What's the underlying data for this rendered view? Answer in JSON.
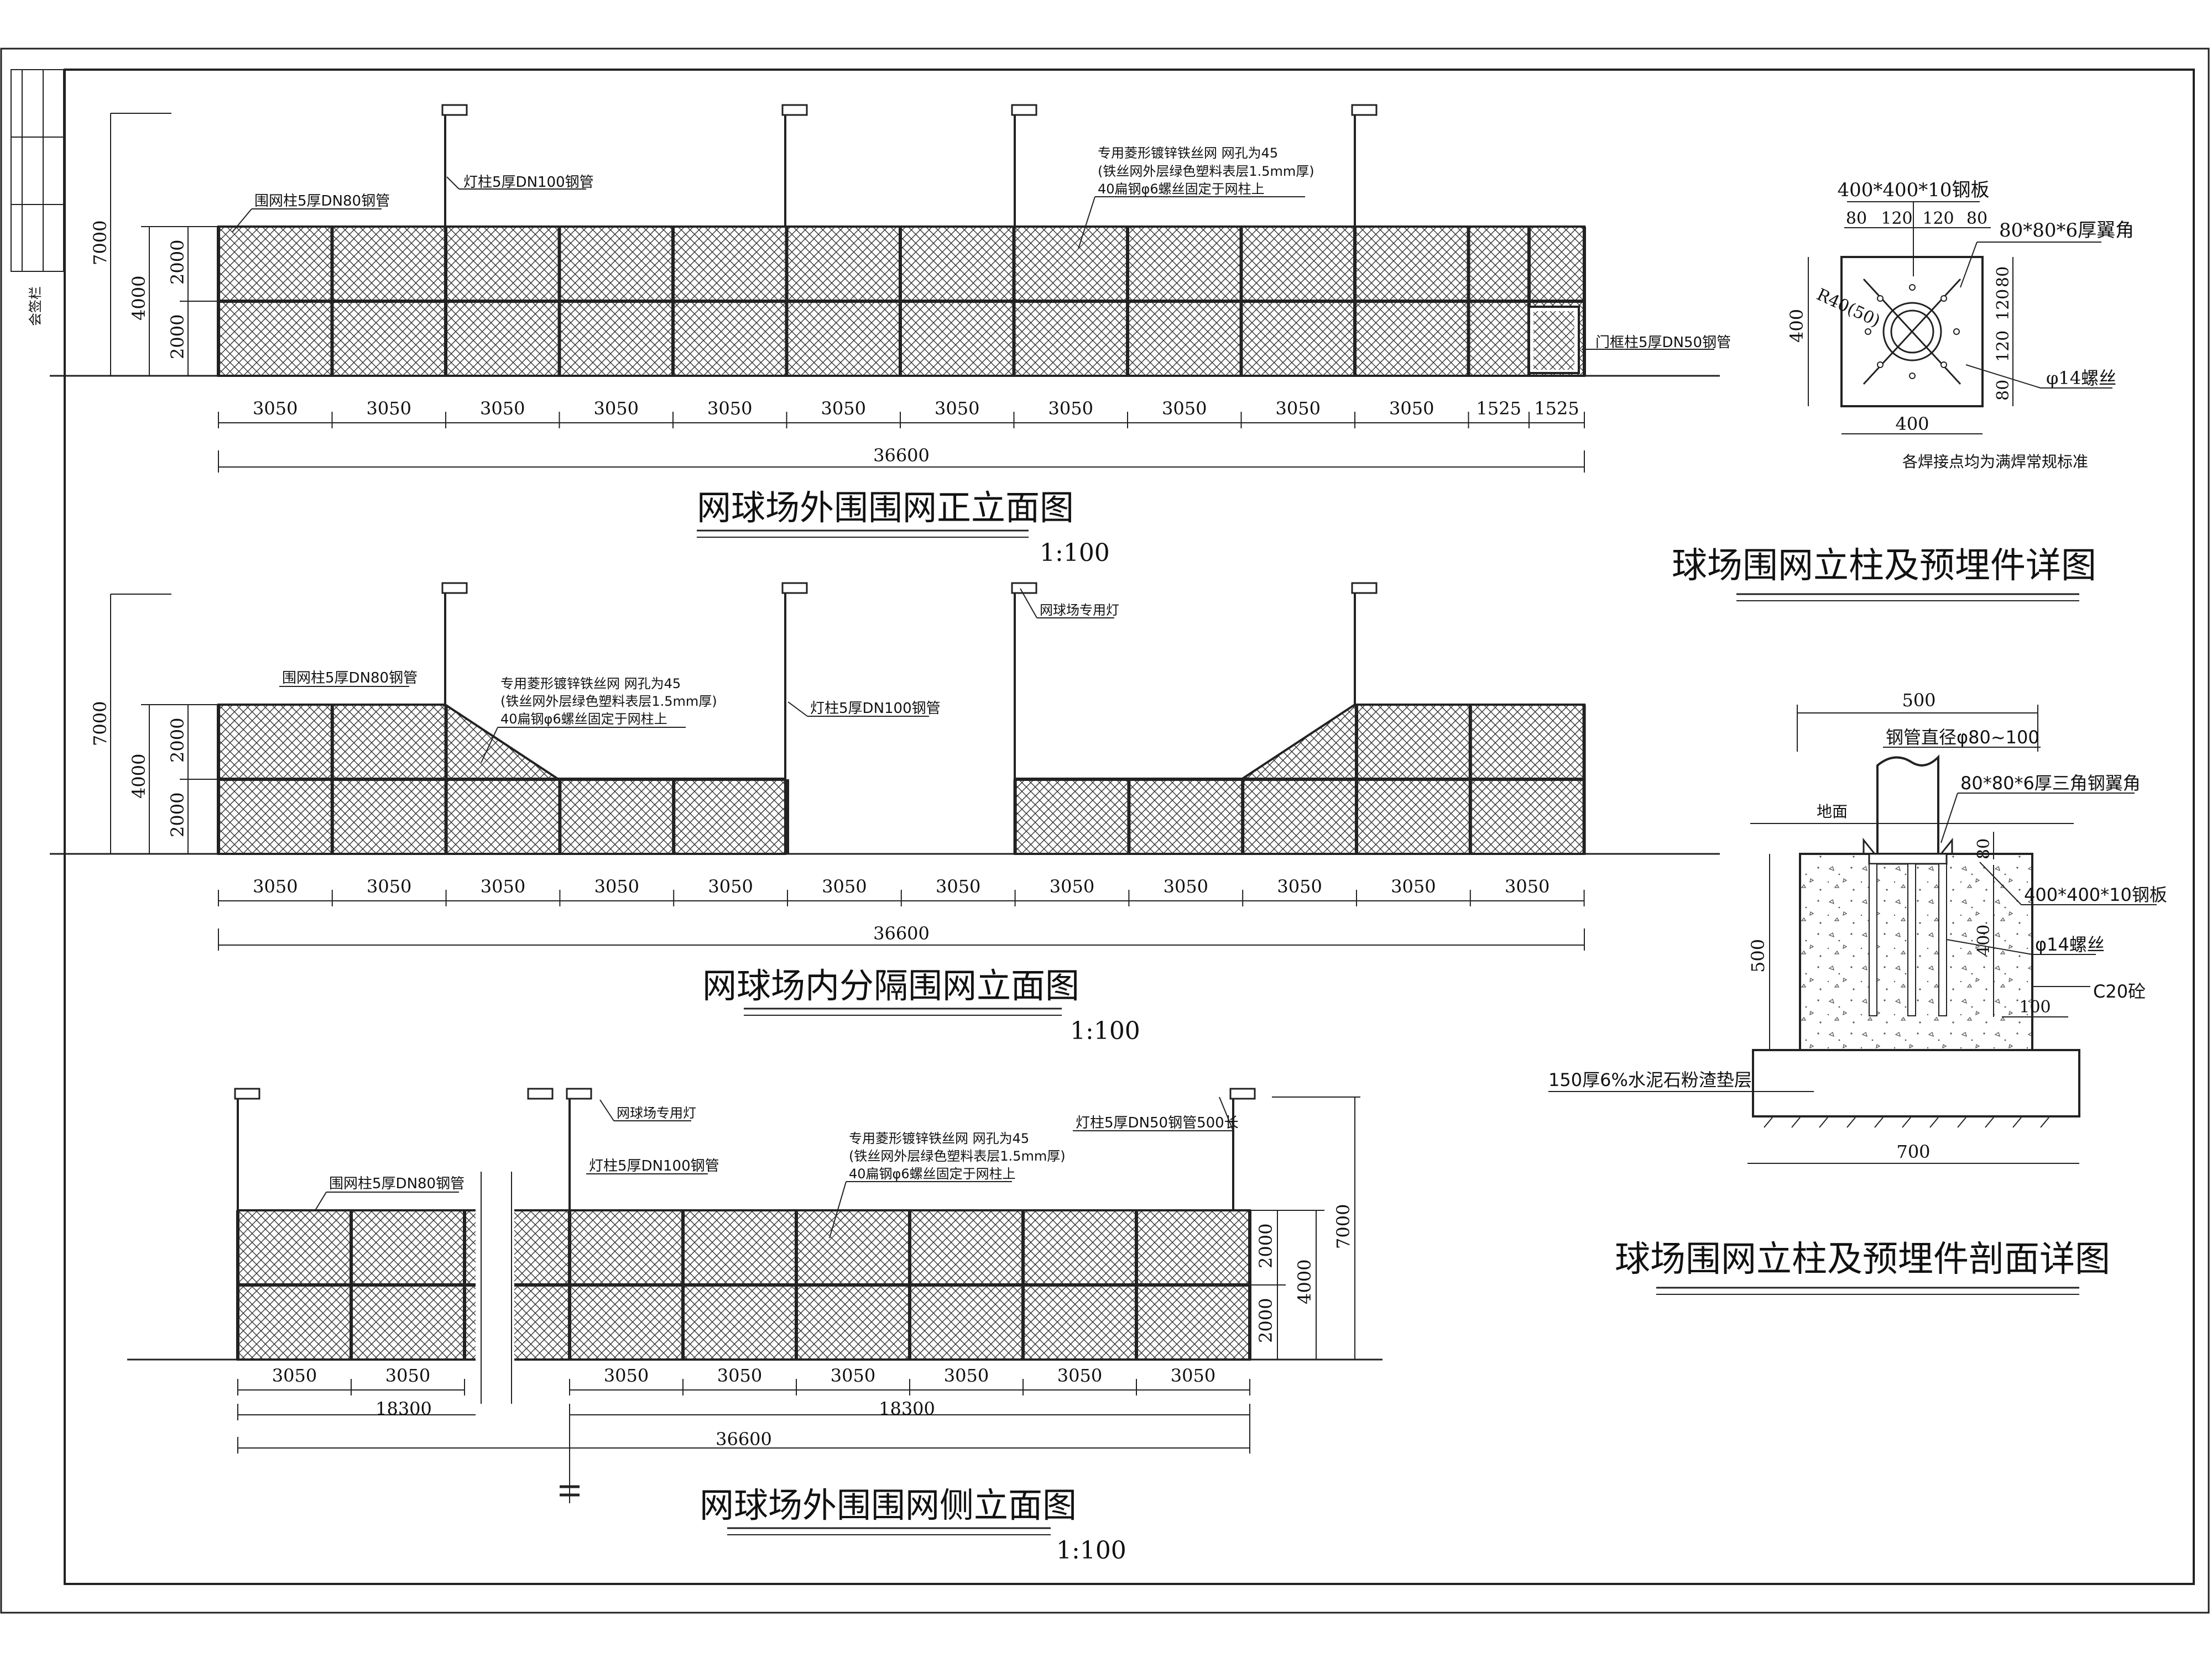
{
  "margin_label": "会签栏",
  "front": {
    "title": "网球场外围围网正立面图",
    "scale": "1:100",
    "h_total": "7000",
    "h_fence": "4000",
    "h_top": "2000",
    "h_bottom": "2000",
    "spans": [
      "3050",
      "3050",
      "3050",
      "3050",
      "3050",
      "3050",
      "3050",
      "3050",
      "3050",
      "3050",
      "3050",
      "1525",
      "1525"
    ],
    "total": "36600",
    "note_post": "围网柱5厚DN80钢管",
    "note_light": "灯柱5厚DN100钢管",
    "note_mesh": [
      "专用菱形镀锌铁丝网  网孔为45",
      "(铁丝网外层绿色塑料表层1.5mm厚)",
      "40扁钢φ6螺丝固定于网柱上"
    ],
    "note_door": "门框柱5厚DN50钢管"
  },
  "inner": {
    "title": "网球场内分隔围网立面图",
    "scale": "1:100",
    "h_total": "7000",
    "h_fence": "4000",
    "h_top": "2000",
    "h_bottom": "2000",
    "spans": [
      "3050",
      "3050",
      "3050",
      "3050",
      "3050",
      "3050",
      "3050",
      "3050",
      "3050",
      "3050",
      "3050",
      "3050"
    ],
    "total": "36600",
    "note_post": "围网柱5厚DN80钢管",
    "note_light": "灯柱5厚DN100钢管",
    "note_lamp": "网球场专用灯",
    "note_mesh": [
      "专用菱形镀锌铁丝网  网孔为45",
      "(铁丝网外层绿色塑料表层1.5mm厚)",
      "40扁钢φ6螺丝固定于网柱上"
    ]
  },
  "side": {
    "title": "网球场外围围网侧立面图",
    "scale": "1:100",
    "h_total": "7000",
    "h_fence": "4000",
    "h_top": "2000",
    "h_bottom": "2000",
    "spans": [
      "3050",
      "3050",
      "3050",
      "3050",
      "3050",
      "3050",
      "3050",
      "3050"
    ],
    "half_left": "18300",
    "half_right": "18300",
    "total": "36600",
    "note_post": "围网柱5厚DN80钢管",
    "note_light": "灯柱5厚DN100钢管",
    "note_lamp": "网球场专用灯",
    "note_light_end": "灯柱5厚DN50钢管500长",
    "note_mesh": [
      "专用菱形镀锌铁丝网  网孔为45",
      "(铁丝网外层绿色塑料表层1.5mm厚)",
      "40扁钢φ6螺丝固定于网柱上"
    ]
  },
  "plate": {
    "title": "球场围网立柱及预埋件详图",
    "plate_label": "400*400*10钢板",
    "dims_top": [
      "80",
      "120",
      "120",
      "80"
    ],
    "angle_label": "80*80*6厚翼角",
    "radius_label": "R40(50)",
    "dims_right": [
      "80",
      "120",
      "120",
      "80"
    ],
    "side_dim": "400",
    "bottom_dim": "400",
    "bolt_label": "φ14螺丝",
    "weld_note": "各焊接点均为满焊常规标准"
  },
  "section": {
    "title": "球场围网立柱及预埋件剖面详图",
    "top_dim": "500",
    "pipe_label": "钢管直径φ80~100",
    "angle_label": "80*80*6厚三角钢翼角",
    "ground_label": "地面",
    "dim_80": "80",
    "plate_label": "400*400*10钢板",
    "dim_400": "400",
    "bolt_label": "φ14螺丝",
    "depth_dim": "500",
    "concrete_label": "C20砼",
    "dim_100": "100",
    "base_label": "150厚6%水泥石粉渣垫层",
    "base_dim": "700"
  }
}
